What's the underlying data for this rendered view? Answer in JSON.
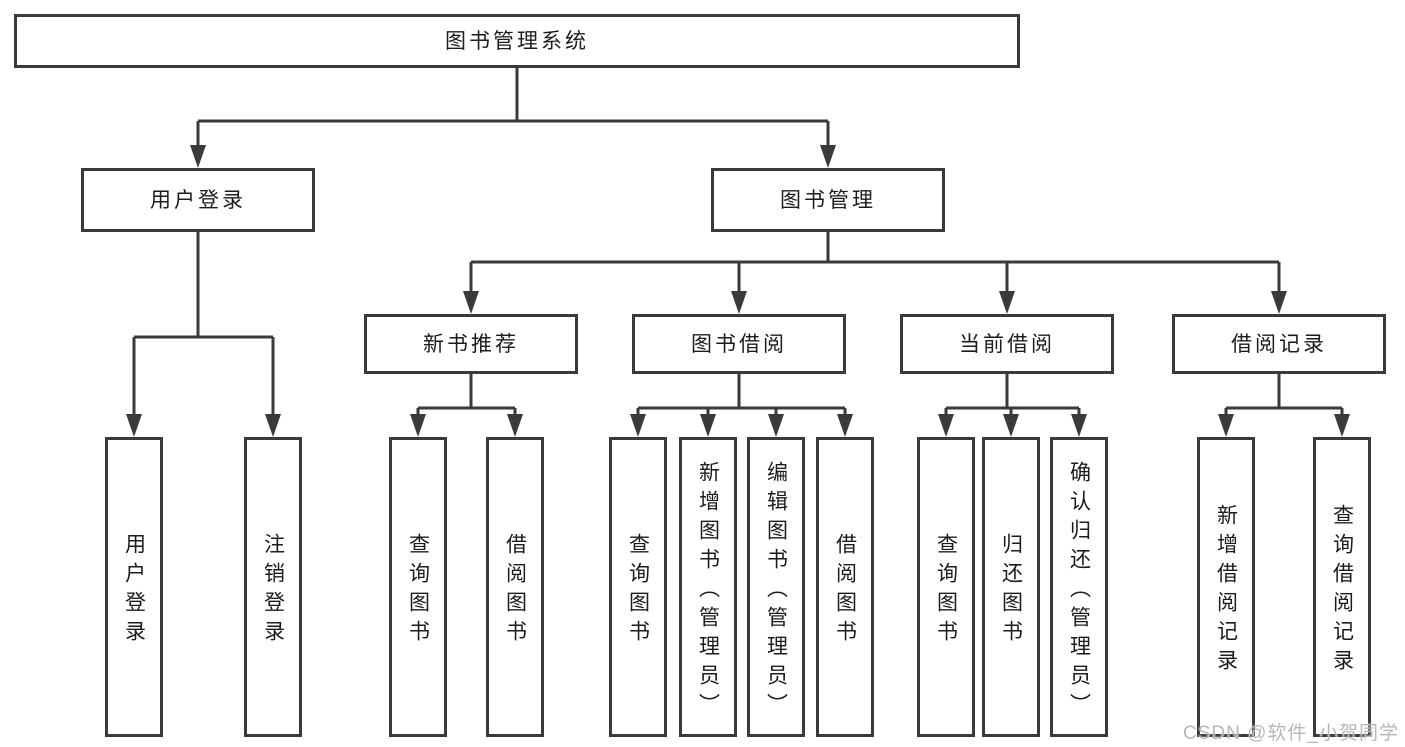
{
  "colors": {
    "line": "#3a3a3c",
    "box_border": "#3a3a3c",
    "text": "#1c1c1e",
    "background": "#ffffff",
    "watermark": "#b4b7bd"
  },
  "tree": {
    "root": "图书管理系统",
    "branches": [
      {
        "label": "用户登录",
        "leaves": [
          "用户登录",
          "注销登录"
        ]
      },
      {
        "label": "图书管理",
        "groups": [
          {
            "label": "新书推荐",
            "leaves": [
              "查询图书",
              "借阅图书"
            ]
          },
          {
            "label": "图书借阅",
            "leaves": [
              "查询图书",
              "新增图书（管理员）",
              "编辑图书（管理员）",
              "借阅图书"
            ]
          },
          {
            "label": "当前借阅",
            "leaves": [
              "查询图书",
              "归还图书",
              "确认归还（管理员）"
            ]
          },
          {
            "label": "借阅记录",
            "leaves": [
              "新增借阅记录",
              "查询借阅记录"
            ]
          }
        ]
      }
    ]
  },
  "watermark": {
    "text": "CSDN @软件_小贺同学"
  }
}
